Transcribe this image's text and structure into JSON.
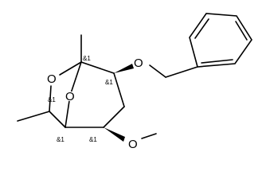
{
  "molecule": {
    "atoms": {
      "o_ring": "O",
      "o_bridge": "O",
      "o_benzyloxy": "O",
      "o_methoxy": "O"
    },
    "stereo_descriptors": {
      "c_quaternary": "&1",
      "c_benzyloxy": "&1",
      "c_methyl_ring": "&1",
      "c_bridgehead": "&1",
      "c_methoxy": "&1"
    }
  },
  "colors": {
    "ink": "#000000",
    "background": "#ffffff"
  }
}
